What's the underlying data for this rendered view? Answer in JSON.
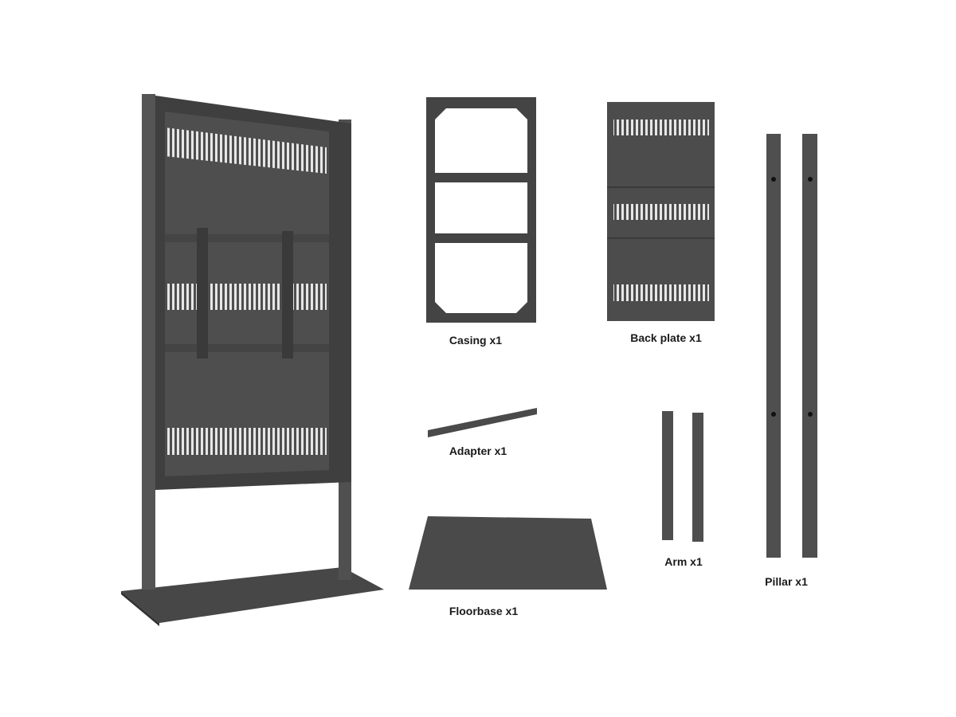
{
  "parts": [
    {
      "id": "casing",
      "label": "Casing x1"
    },
    {
      "id": "back_plate",
      "label": "Back plate x1"
    },
    {
      "id": "adapter",
      "label": "Adapter x1"
    },
    {
      "id": "arm",
      "label": "Arm x1"
    },
    {
      "id": "pillar",
      "label": "Pillar x1"
    },
    {
      "id": "floorbase",
      "label": "Floorbase x1"
    }
  ],
  "colors": {
    "metal": "#4a4a4a",
    "metal_light": "#5c5c5c",
    "metal_dark": "#333333",
    "vent": "#e6e6e6"
  }
}
